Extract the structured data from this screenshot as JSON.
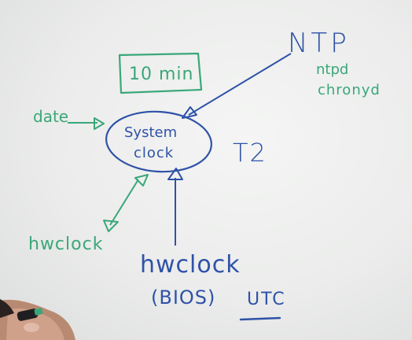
{
  "labels": {
    "ntp": "NTP",
    "ntpd": "ntpd",
    "chronyd": "chronyd",
    "ten_min": "10 min",
    "date": "date",
    "system": "System",
    "clock": "clock",
    "t2": "T2",
    "hwclock_left": "hwclock",
    "hwclock_bottom": "hwclock",
    "bios": "(BIOS)",
    "utc": "UTC"
  },
  "colors": {
    "blue_marker": "#2f52a8",
    "green_marker": "#3aa77a",
    "whiteboard": "#ecedec"
  }
}
